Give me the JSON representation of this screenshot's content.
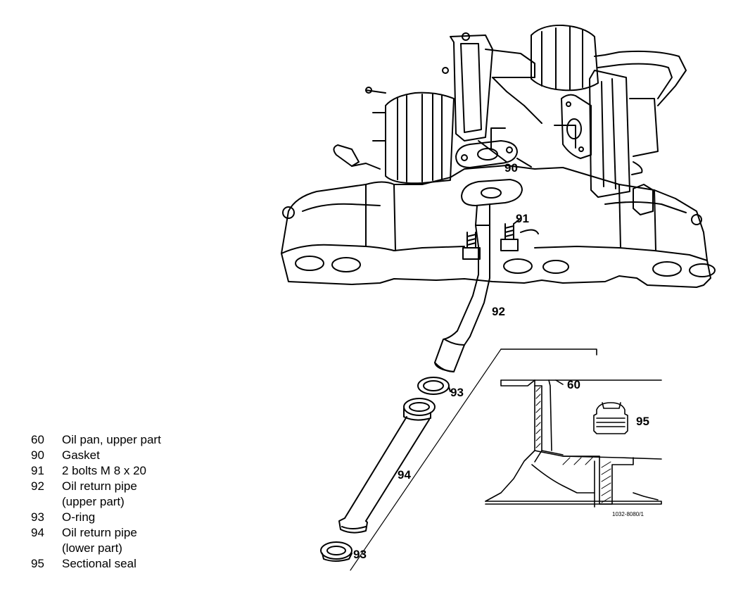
{
  "callouts": {
    "c90": "90",
    "c91": "91",
    "c92": "92",
    "c93a": "93",
    "c93b": "93",
    "c94": "94",
    "c60": "60",
    "c95": "95"
  },
  "figure_ref": "1032-8080/1",
  "legend": [
    {
      "num": "60",
      "text": "Oil pan, upper part"
    },
    {
      "num": "90",
      "text": "Gasket"
    },
    {
      "num": "91",
      "text": "2 bolts M 8 x 20"
    },
    {
      "num": "92",
      "text": "Oil return pipe",
      "cont": "(upper part)"
    },
    {
      "num": "93",
      "text": "O-ring"
    },
    {
      "num": "94",
      "text": "Oil return pipe",
      "cont": "(lower part)"
    },
    {
      "num": "95",
      "text": "Sectional seal"
    }
  ]
}
